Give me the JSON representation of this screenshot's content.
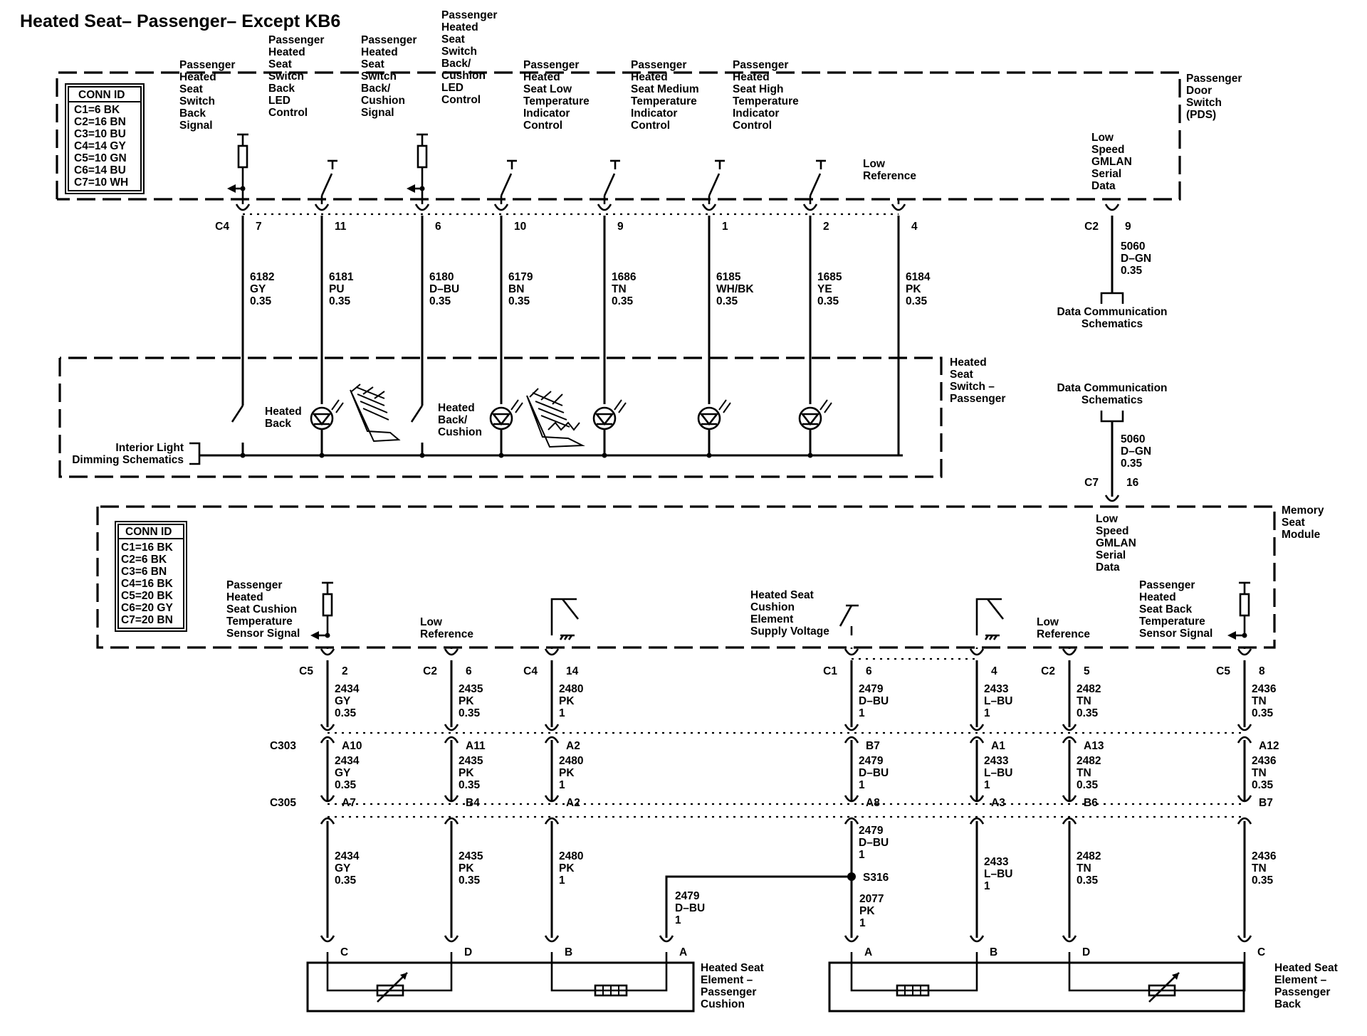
{
  "title": "Heated Seat– Passenger– Except KB6",
  "pds": {
    "name": "Passenger\nDoor\nSwitch\n(PDS)",
    "conn_id_title": "CONN ID",
    "conn_ids": [
      "C1=6 BK",
      "C2=16 BN",
      "C3=10 BU",
      "C4=14 GY",
      "C5=10 GN",
      "C6=14 BU",
      "C7=10 WH"
    ],
    "functions": [
      "Passenger\nHeated\nSeat\nSwitch\nBack\nSignal",
      "Passenger\nHeated\nSeat\nSwitch\nBack\nLED\nControl",
      "Passenger\nHeated\nSeat\nSwitch\nBack/\nCushion\nSignal",
      "Passenger\nHeated\nSeat\nSwitch\nBack/\nCushion\nLED\nControl",
      "Passenger\nHeated\nSeat Low\nTemperature\nIndicator\nControl",
      "Passenger\nHeated\nSeat Medium\nTemperature\nIndicator\nControl",
      "Passenger\nHeated\nSeat High\nTemperature\nIndicator\nControl",
      "Low\nReference",
      "Low\nSpeed\nGMLAN\nSerial\nData"
    ],
    "connector_c4": "C4",
    "connector_c2": "C2",
    "pins": [
      "7",
      "11",
      "6",
      "10",
      "9",
      "1",
      "2",
      "4"
    ],
    "pin_c2": "9",
    "wires": [
      "6182\nGY\n0.35",
      "6181\nPU\n0.35",
      "6180\nD–BU\n0.35",
      "6179\nBN\n0.35",
      "1686\nTN\n0.35",
      "6185\nWH/BK\n0.35",
      "1685\nYE\n0.35",
      "6184\nPK\n0.35"
    ],
    "serial_wire": "5060\nD–GN\n0.35"
  },
  "data_comm_1": "Data Communication\nSchematics",
  "data_comm_2": "Data Communication\nSchematics",
  "switch": {
    "name": "Heated\nSeat\nSwitch –\nPassenger",
    "heated_back": "Heated\nBack",
    "heated_back_cushion": "Heated\nBack/\nCushion",
    "dimming": "Interior Light\nDimming Schematics"
  },
  "msm": {
    "name": "Memory\nSeat\nModule",
    "conn_id_title": "CONN ID",
    "conn_ids": [
      "C1=16 BK",
      "C2=6 BK",
      "C3=6 BN",
      "C4=16 BK",
      "C5=20 BK",
      "C6=20 GY",
      "C7=20 BN"
    ],
    "serial_wire": "5060\nD–GN\n0.35",
    "c7": "C7",
    "c7_pin": "16",
    "serial_func": "Low\nSpeed\nGMLAN\nSerial\nData",
    "functions": [
      "Passenger\nHeated\nSeat Cushion\nTemperature\nSensor Signal",
      "Low\nReference",
      "Heated Seat\nCushion\nElement\nSupply Voltage",
      "Low\nReference",
      "Passenger\nHeated\nSeat Back\nTemperature\nSensor Signal"
    ],
    "connectors": [
      "C5",
      "C2",
      "C4",
      "C1",
      "C2",
      "C5"
    ],
    "pins": [
      "2",
      "6",
      "14",
      "6",
      "4",
      "5",
      "8"
    ]
  },
  "wires_top": [
    "2434\nGY\n0.35",
    "2435\nPK\n0.35",
    "2480\nPK\n1",
    "2479\nD–BU\n1",
    "2433\nL–BU\n1",
    "2482\nTN\n0.35",
    "2436\nTN\n0.35"
  ],
  "c303": {
    "label": "C303",
    "pins": [
      "A10",
      "A11",
      "A2",
      "B7",
      "A1",
      "A13",
      "A12"
    ],
    "wires": [
      "2434\nGY\n0.35",
      "2435\nPK\n0.35",
      "2480\nPK\n1",
      "2479\nD–BU\n1",
      "2433\nL–BU\n1",
      "2482\nTN\n0.35",
      "2436\nTN\n0.35"
    ]
  },
  "c305": {
    "label": "C305",
    "pins": [
      "A7",
      "B4",
      "A2",
      "A8",
      "A3",
      "B6",
      "B7"
    ],
    "wires": [
      "2434\nGY\n0.35",
      "2435\nPK\n0.35",
      "2480\nPK\n1",
      "2479\nD–BU\n1",
      "2433\nL–BU\n1",
      "2482\nTN\n0.35",
      "2436\nTN\n0.35"
    ]
  },
  "splice": {
    "label": "S316",
    "wire_branch": "2479\nD–BU\n1",
    "wire_down": "2077\nPK\n1"
  },
  "cushion_element": {
    "name": "Heated Seat\nElement –\nPassenger\nCushion",
    "pins": [
      "C",
      "D",
      "B",
      "A"
    ]
  },
  "back_element": {
    "name": "Heated Seat\nElement –\nPassenger\nBack",
    "pins": [
      "A",
      "B",
      "D",
      "C"
    ]
  }
}
